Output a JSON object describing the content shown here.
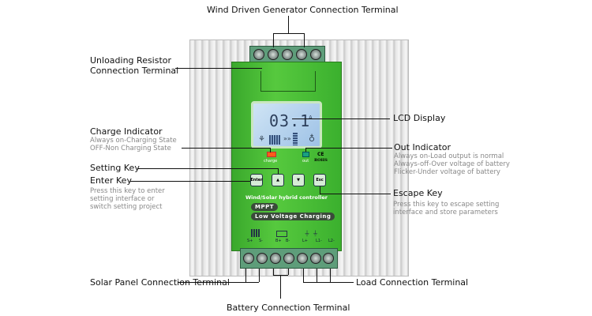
{
  "callouts": {
    "wind": "Wind Driven Generator Connection Terminal",
    "unloading": [
      "Unloading Resistor",
      "Connection Terminal"
    ],
    "charge_title": "Charge Indicator",
    "charge_desc": [
      "Always on-Charging State",
      "OFF-Non Charging State"
    ],
    "setting_key": "Setting Key",
    "enter_title": "Enter Key",
    "enter_desc": [
      "Press this key to enter",
      "setting interface or",
      "switch setting project"
    ],
    "lcd": "LCD Display",
    "out_title": "Out Indicator",
    "out_desc": [
      "Always on-Load output is normal",
      "Always-off-Over voltage of battery",
      "Flicker-Under voltage of battery"
    ],
    "escape_title": "Escape Key",
    "escape_desc": [
      "Press this key to escape setting",
      "interface and store parameters"
    ],
    "solar": "Solar Panel Connection Terminal",
    "battery": "Battery Connection Terminal",
    "load": "Load Connection Terminal"
  },
  "device": {
    "lcd_value": "03.1",
    "lcd_unit": "A",
    "charge_led": "charge",
    "out_led": "out",
    "cert": [
      "CE",
      "ROHS"
    ],
    "keys": {
      "enter": "Enter",
      "up": "▲",
      "down": "▼",
      "esc": "Esc"
    },
    "product": "Wind/Solar hybrid controller",
    "features": [
      "MPPT",
      "Low Voltage Charging"
    ],
    "terminal_labels": [
      "S+",
      "S-",
      "B+",
      "B-",
      "L+",
      "L1-",
      "L2-"
    ],
    "colors": {
      "panel": "#4cbf38",
      "charge_led": "#ff5a1a",
      "out_led": "#1aa080"
    }
  }
}
